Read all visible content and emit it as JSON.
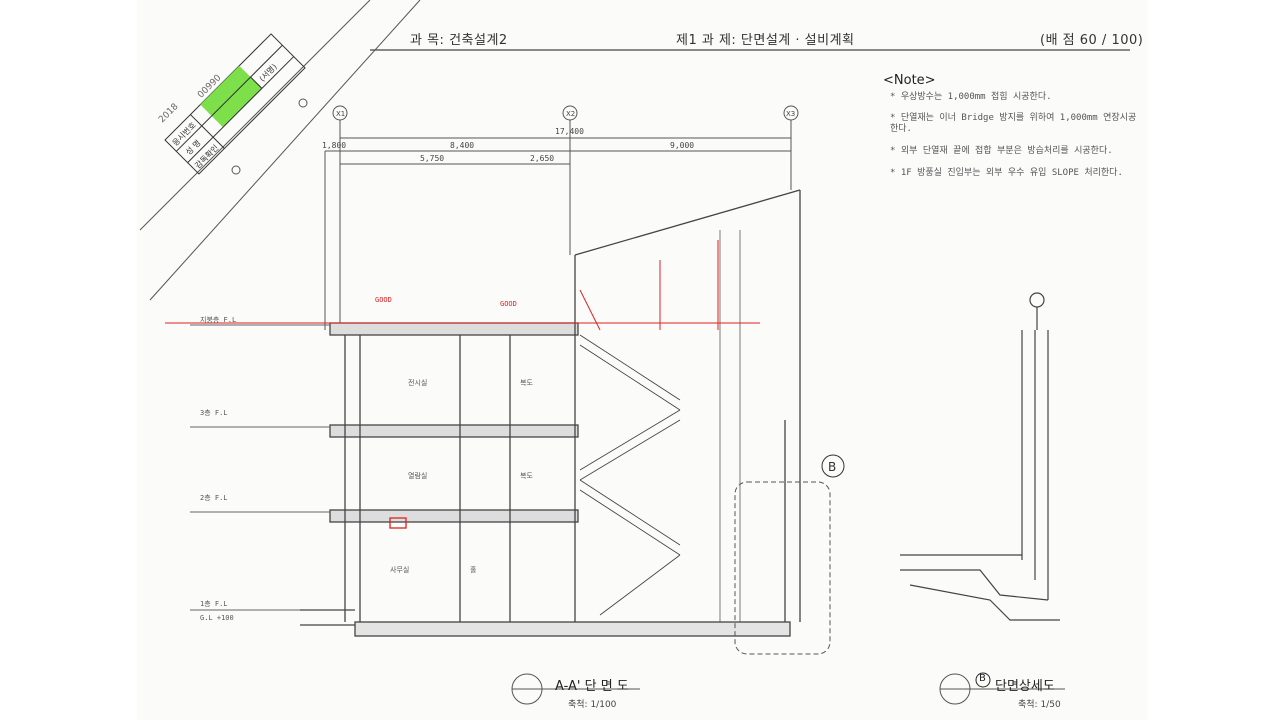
{
  "header": {
    "subject": "과 목: 건축설계2",
    "assignment": "제1 과 제: 단면설계 · 설비계획",
    "score": "(배 점 60 / 100)"
  },
  "stamp": {
    "exam_no_label": "응시번호",
    "name_label": "성 명",
    "supervisor_label": "감독확인",
    "signature_label": "(서명)",
    "exam_no_value": "00990",
    "year": "2018",
    "highlight_color": "#7de04a"
  },
  "note": {
    "title": "<Note>",
    "items": [
      "* 우상방수는 1,000mm 접힘 시공한다.",
      "* 단열재는 이너 Bridge 방지를 위하여 1,000mm 연장시공 한다.",
      "* 외부 단열재 끝에 접합 부분은 방습처리를 시공한다.",
      "* 1F 방풍실 진입부는 외부 우수 유입 SLOPE 처리한다."
    ]
  },
  "grid": {
    "axes": [
      "X1",
      "X2",
      "X3"
    ]
  },
  "dimensions": {
    "total": "17,400",
    "left": "1,800",
    "span1": "8,400",
    "span2": "9,000",
    "sub1": "5,750",
    "sub2": "2,650"
  },
  "levels": [
    "지붕층 F.L",
    "3층 F.L",
    "2층 F.L",
    "1층 F.L",
    "G.L +100"
  ],
  "rooms": [
    "전시실",
    "복도",
    "열람실",
    "복도",
    "사무실",
    "홀"
  ],
  "annotations_red": [
    "GOOD",
    "GOOD"
  ],
  "detail_marker": "B",
  "titles": {
    "section": "A-A' 단 면 도",
    "section_scale": "축척: 1/100",
    "detail_marker": "B",
    "detail": "단면상세도",
    "detail_scale": "축척: 1/50"
  }
}
